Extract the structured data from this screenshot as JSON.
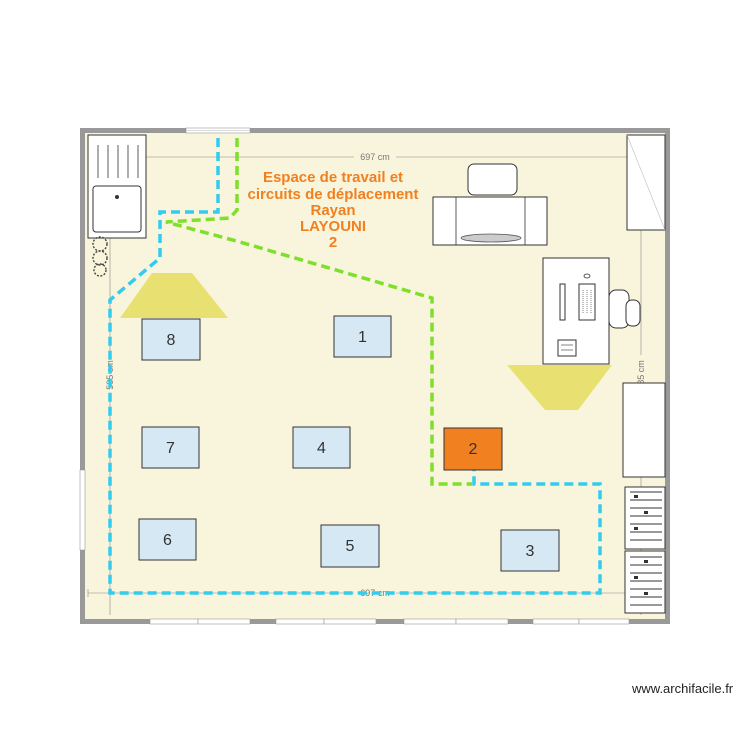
{
  "title": {
    "lines": [
      "Espace de travail et",
      "circuits de déplacement",
      "Rayan",
      "LAYOUNI",
      "2"
    ],
    "color": "#f08020"
  },
  "dimensions": {
    "top": "697 cm",
    "bottom": "697 cm",
    "left": "585 cm",
    "right": "585 cm"
  },
  "tables": [
    {
      "label": "1",
      "kind": "table"
    },
    {
      "label": "2",
      "kind": "highlighted"
    },
    {
      "label": "3",
      "kind": "table"
    },
    {
      "label": "4",
      "kind": "table"
    },
    {
      "label": "5",
      "kind": "table"
    },
    {
      "label": "6",
      "kind": "table"
    },
    {
      "label": "7",
      "kind": "table"
    },
    {
      "label": "8",
      "kind": "table"
    }
  ],
  "colors": {
    "floor": "#f8f5dc",
    "wall": "#999999",
    "table_fill": "#d6e8f4",
    "highlight_fill": "#f08020",
    "green_path": "#7ee02a",
    "blue_path": "#33ccee",
    "light_cone": "#e8e070"
  },
  "watermark": "www.archifacile.fr"
}
